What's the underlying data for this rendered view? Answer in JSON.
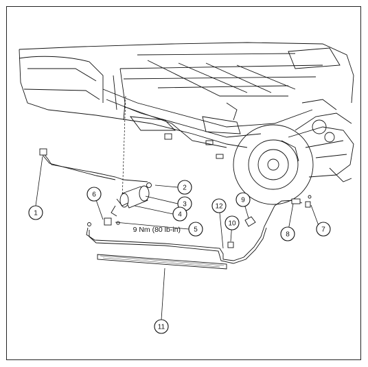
{
  "diagram": {
    "callouts": [
      {
        "id": "1",
        "label": "1"
      },
      {
        "id": "2",
        "label": "2"
      },
      {
        "id": "3",
        "label": "3"
      },
      {
        "id": "4",
        "label": "4"
      },
      {
        "id": "5",
        "label": "5"
      },
      {
        "id": "6",
        "label": "6"
      },
      {
        "id": "7",
        "label": "7"
      },
      {
        "id": "8",
        "label": "8"
      },
      {
        "id": "9",
        "label": "9"
      },
      {
        "id": "10",
        "label": "10"
      },
      {
        "id": "11",
        "label": "11"
      },
      {
        "id": "12",
        "label": "12"
      }
    ],
    "torque_spec": "9 Nm (80 lb-in)"
  }
}
